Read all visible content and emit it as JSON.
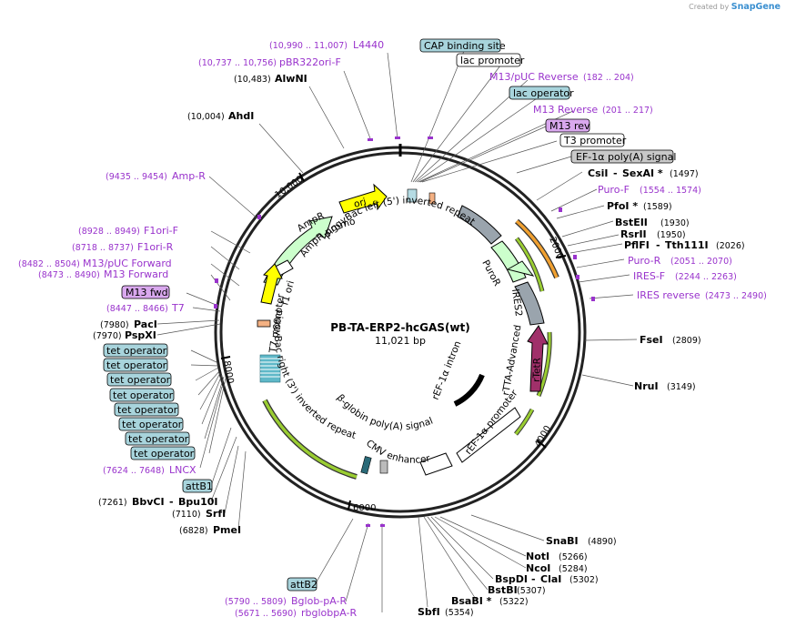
{
  "credit": {
    "created_by": "Created by",
    "brand": "SnapGene"
  },
  "map": {
    "name": "PB-TA-ERP2-hcGAS(wt)",
    "length": "11,021 bp"
  },
  "ticks": [
    "2000",
    "4000",
    "6000",
    "8000",
    "10,000"
  ],
  "features": {
    "ori": "ori",
    "ampr": "AmpR",
    "ampr_promoter": "AmpR promoter",
    "f1_ori": "f1 ori",
    "t7_promoter": "T7 promoter",
    "pb_left": "piggyBac left (5') inverted repeat",
    "pb_right": "piggyBac right (3') inverted repeat",
    "puror": "PuroR",
    "ires2": "IRES2",
    "rtetr": "rTetR",
    "rtta": "rTTA-Advanced",
    "ref1a_promoter": "rEF-1α promoter",
    "ref1a_intron": "rEF-1α intron",
    "bglobin": "β-globin poly(A) signal",
    "cmv": "CMV enhancer"
  },
  "boxes": {
    "cap": "CAP binding site",
    "lac_promoter": "lac promoter",
    "lac_operator": "lac operator",
    "m13_rev": "M13 rev",
    "t3": "T3 promoter",
    "ef1a_polya": "EF-1α poly(A) signal",
    "m13_fwd": "M13 fwd",
    "tet_operator": "tet operator",
    "attb1": "attB1",
    "attb2": "attB2"
  },
  "primers": {
    "l4440": {
      "range": "(10,990 .. 11,007)",
      "name": "L4440"
    },
    "pbr322": {
      "range": "(10,737 .. 10,756)",
      "name": "pBR322ori-F"
    },
    "m13puc_rev": {
      "name": "M13/pUC Reverse",
      "range": "(182 .. 204)"
    },
    "m13_reverse": {
      "name": "M13 Reverse",
      "range": "(201 .. 217)"
    },
    "amp_r": {
      "range": "(9435 .. 9454)",
      "name": "Amp-R"
    },
    "f1ori_f": {
      "range": "(8928 .. 8949)",
      "name": "F1ori-F"
    },
    "f1ori_r": {
      "range": "(8718 .. 8737)",
      "name": "F1ori-R"
    },
    "m13puc_fwd": {
      "range": "(8482 .. 8504)",
      "name": "M13/pUC Forward"
    },
    "m13_forward": {
      "range": "(8473 .. 8490)",
      "name": "M13 Forward"
    },
    "t7": {
      "range": "(8447 .. 8466)",
      "name": "T7"
    },
    "lncx": {
      "range": "(7624 .. 7648)",
      "name": "LNCX"
    },
    "puro_f": {
      "name": "Puro-F",
      "range": "(1554 .. 1574)"
    },
    "puro_r": {
      "name": "Puro-R",
      "range": "(2051 .. 2070)"
    },
    "ires_f": {
      "name": "IRES-F",
      "range": "(2244 .. 2263)"
    },
    "ires_rev": {
      "name": "IRES reverse",
      "range": "(2473 .. 2490)"
    },
    "bglob": {
      "range": "(5790 .. 5809)",
      "name": "Bglob-pA-R"
    },
    "rbglob": {
      "range": "(5671 .. 5690)",
      "name": "rbglobpA-R"
    }
  },
  "enzymes": {
    "alwni": {
      "pos": "(10,483)",
      "name": "AlwNI"
    },
    "ahdi": {
      "pos": "(10,004)",
      "name": "AhdI"
    },
    "csii": {
      "name": "CsiI",
      "name2": "SexAI *",
      "pos": "(1497)"
    },
    "pfoi": {
      "name": "PfoI *",
      "pos": "(1589)"
    },
    "bsteii": {
      "name": "BstEII",
      "pos": "(1930)"
    },
    "rsrii": {
      "name": "RsrII",
      "pos": "(1950)"
    },
    "pflfi": {
      "name": "PflFI",
      "name2": "Tth111I",
      "pos": "(2026)"
    },
    "fsei": {
      "name": "FseI",
      "pos": "(2809)"
    },
    "nrui": {
      "name": "NruI",
      "pos": "(3149)"
    },
    "pacI": {
      "pos": "(7980)",
      "name": "PacI"
    },
    "pspxi": {
      "pos": "(7970)",
      "name": "PspXI"
    },
    "bbvci": {
      "pos": "(7261)",
      "name": "BbvCI",
      "name2": "Bpu10I"
    },
    "srfi": {
      "pos": "(7110)",
      "name": "SrfI"
    },
    "pmei": {
      "pos": "(6828)",
      "name": "PmeI"
    },
    "snabi": {
      "name": "SnaBI",
      "pos": "(4890)"
    },
    "noti": {
      "name": "NotI",
      "pos": "(5266)"
    },
    "ncoi": {
      "name": "NcoI",
      "pos": "(5284)"
    },
    "bspdi": {
      "name": "BspDI",
      "name2": "ClaI",
      "pos": "(5302)"
    },
    "bstbi": {
      "name": "BstBI",
      "pos": "(5307)"
    },
    "bsabi": {
      "name": "BsaBI *",
      "pos": "(5322)"
    },
    "sbfi": {
      "name": "SbfI",
      "pos": "(5354)"
    }
  },
  "colors": {
    "purple": "#9933cc",
    "box_teal": "#a8d4dc",
    "box_purple": "#d9a8ee",
    "box_grey": "#c8c8c8"
  }
}
